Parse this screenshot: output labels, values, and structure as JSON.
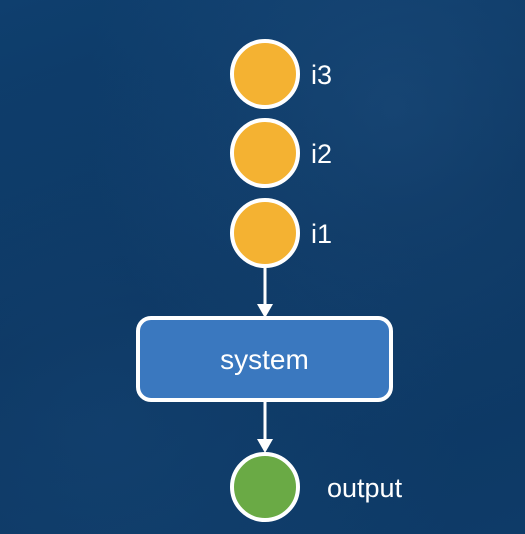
{
  "nodes": {
    "i3": {
      "label": "i3",
      "color": "#f4b232"
    },
    "i2": {
      "label": "i2",
      "color": "#f4b232"
    },
    "i1": {
      "label": "i1",
      "color": "#f4b232"
    },
    "system": {
      "label": "system",
      "color": "#3a78bf"
    },
    "output": {
      "label": "output",
      "color": "#6aaa45"
    }
  },
  "edges": [
    {
      "from": "i1",
      "to": "system"
    },
    {
      "from": "system",
      "to": "output"
    }
  ],
  "colors": {
    "background": "#0d3a66",
    "stroke": "#ffffff"
  }
}
